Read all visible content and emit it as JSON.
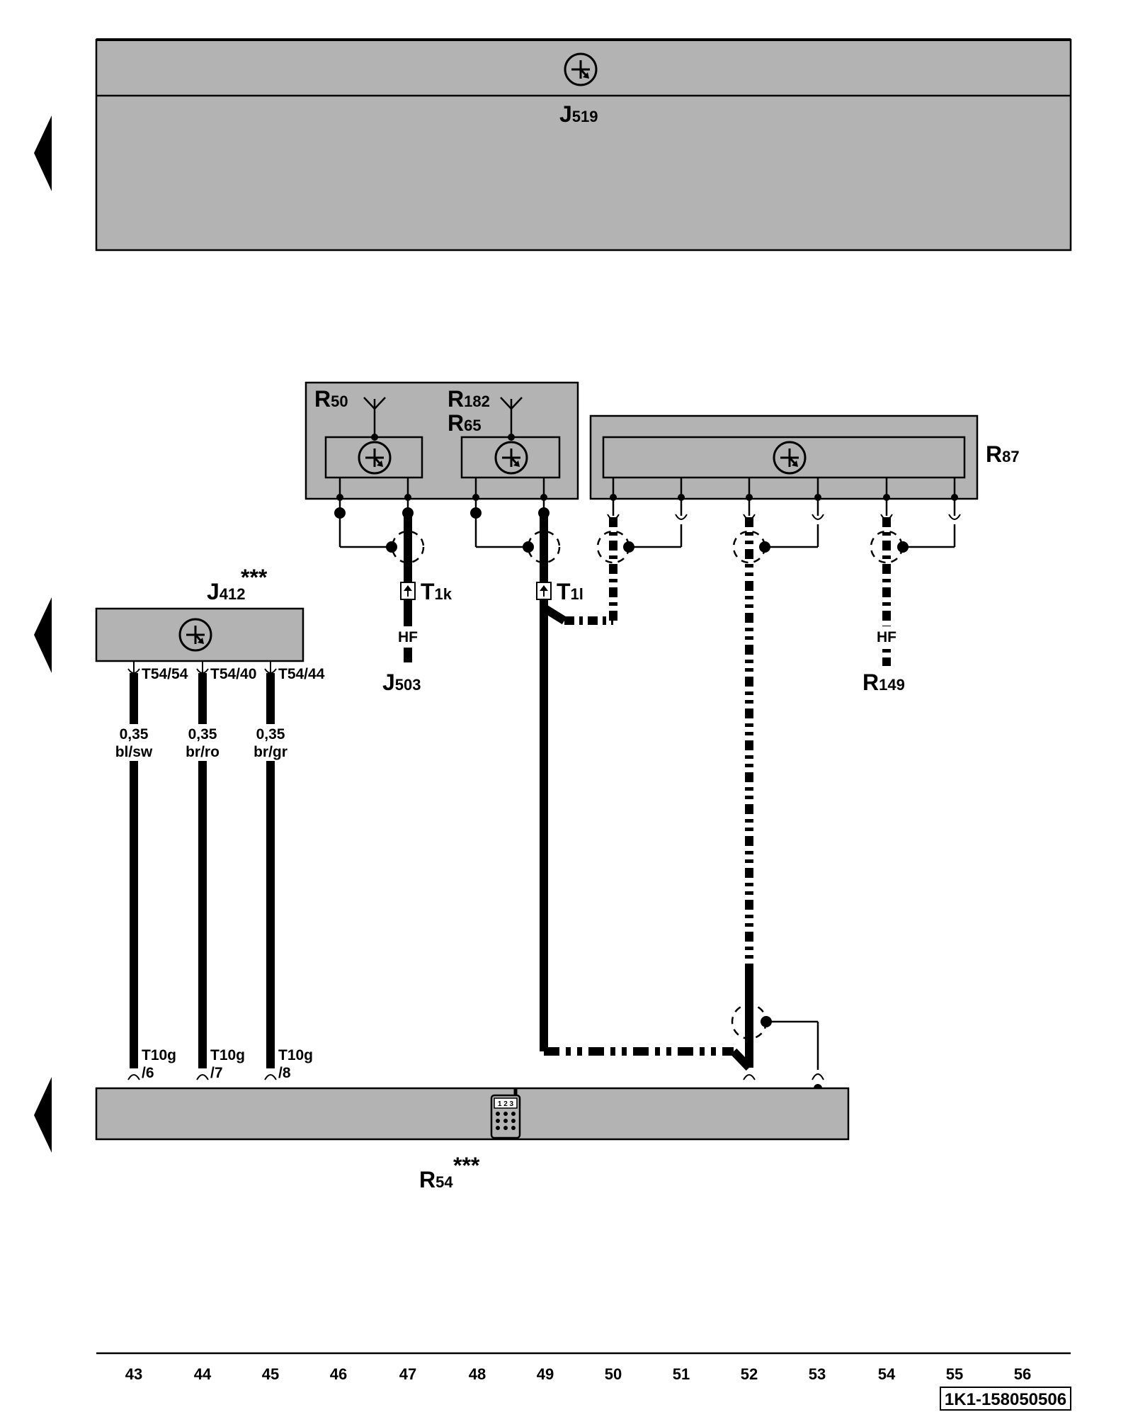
{
  "components": {
    "j519": {
      "main": "J",
      "sub": "519"
    },
    "j412": {
      "main": "J",
      "sub": "412",
      "sup": "***"
    },
    "r50": {
      "main": "R",
      "sub": "50"
    },
    "r182": {
      "main": "R",
      "sub": "182"
    },
    "r65": {
      "main": "R",
      "sub": "65"
    },
    "r87": {
      "main": "R",
      "sub": "87"
    },
    "j503": {
      "main": "J",
      "sub": "503"
    },
    "r149": {
      "main": "R",
      "sub": "149"
    },
    "r54": {
      "main": "R",
      "sub": "54",
      "sup": "***"
    }
  },
  "connectors": {
    "t1k": {
      "main": "T",
      "sub": "1k"
    },
    "t1l": {
      "main": "T",
      "sub": "1l"
    }
  },
  "hf_labels": [
    "HF",
    "HF"
  ],
  "j412_pins": [
    "T54/54",
    "T54/40",
    "T54/44"
  ],
  "wires": [
    {
      "size": "0,35",
      "color": "bl/sw"
    },
    {
      "size": "0,35",
      "color": "br/ro"
    },
    {
      "size": "0,35",
      "color": "br/gr"
    }
  ],
  "r54_pins": [
    {
      "conn": "T10g",
      "pin": "/6"
    },
    {
      "conn": "T10g",
      "pin": "/7"
    },
    {
      "conn": "T10g",
      "pin": "/8"
    }
  ],
  "keypad_label": "1 2 3",
  "column_numbers": [
    "43",
    "44",
    "45",
    "46",
    "47",
    "48",
    "49",
    "50",
    "51",
    "52",
    "53",
    "54",
    "55",
    "56"
  ],
  "drawing_ref": "1K1-158050506"
}
